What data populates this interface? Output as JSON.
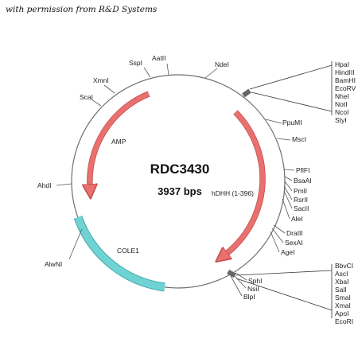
{
  "credit": "with permission from R&D Systems",
  "plasmid": {
    "name": "RDC3430",
    "size": "3937 bps"
  },
  "features": {
    "amp": "AMP",
    "hdhh": "hDHH (1-396)",
    "cole1": "COLE1"
  },
  "sites": {
    "aatii": "AatII",
    "sspi": "SspI",
    "ndei": "NdeI",
    "xmni": "XmnI",
    "scai": "ScaI",
    "ppumi": "PpuMI",
    "msci": "MscI",
    "pflfi": "PflFI",
    "bsaai": "BsaAI",
    "pmli": "PmlI",
    "rsrii": "RsrII",
    "sacii": "SacII",
    "alei": "AleI",
    "draiii": "DraIII",
    "sexai": "SexAI",
    "agei": "AgeI",
    "ahdi": "AhdI",
    "alwni": "AlwNI",
    "sphi": "SphI",
    "nsii": "NsiI",
    "blpi": "BlpI"
  },
  "mcs_top": [
    "HpaI",
    "HindIII",
    "BamHI",
    "EcoRV",
    "NheI",
    "NotI",
    "NcoI",
    "StyI"
  ],
  "mcs_bottom": [
    "BbvCI",
    "AscI",
    "XbaI",
    "SalI",
    "SmaI",
    "XmaI",
    "ApoI",
    "EcoRI"
  ],
  "colors": {
    "backbone": "#6e6e6e",
    "orf_arrow": "#e8706e",
    "orf_edge": "#c24d4d",
    "ori_arc": "#6fd3d3",
    "ori_edge": "#45a9a9"
  }
}
